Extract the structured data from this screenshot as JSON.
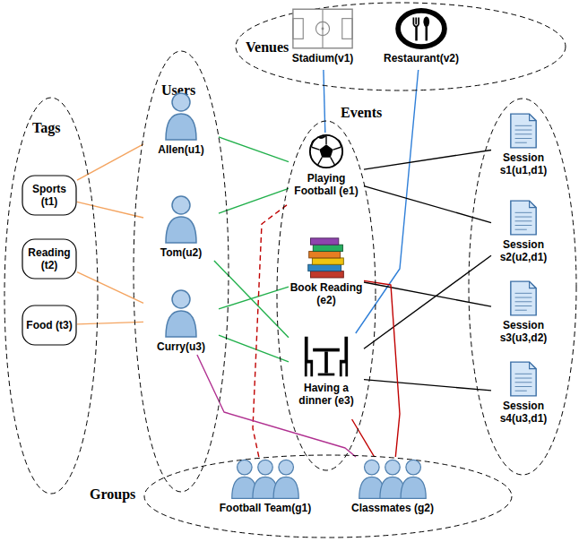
{
  "diagram": {
    "nodes": [
      {
        "text": [
          "Venues"
        ]
      },
      {
        "text": [
          "Stadium(v1)"
        ],
        "in": 0
      },
      {
        "text": [
          "Restaurant(v2)"
        ],
        "in": 0
      },
      {
        "text": [
          "Tags"
        ]
      },
      {
        "text": [
          "Sports (t1)"
        ],
        "in": 3
      },
      {
        "text": [
          "Reading (t2)"
        ],
        "in": 3
      },
      {
        "text": [
          "Food (t3)"
        ],
        "in": 3
      },
      {
        "text": [
          "Users"
        ]
      },
      {
        "text": [
          "Allen(u1)"
        ],
        "in": 7
      },
      {
        "text": [
          "Tom(u2)"
        ],
        "in": 7
      },
      {
        "text": [
          "Curry(u3)"
        ],
        "in": 7
      },
      {
        "text": [
          "Events"
        ]
      },
      {
        "text": [
          "Playing Football (e1)"
        ],
        "in": 11
      },
      {
        "text": [
          "Book Reading (e2)"
        ],
        "in": 11
      },
      {
        "text": [
          "Having a dinner (e3)"
        ],
        "in": 11
      },
      {
        "text": [
          "Session s1(u1,d1)"
        ]
      },
      {
        "text": [
          "Session s2(u2,d1)"
        ]
      },
      {
        "text": [
          "Session s3(u3,d2)"
        ]
      },
      {
        "text": [
          "Session s4(u3,d1)"
        ]
      },
      {
        "text": [
          "Groups"
        ]
      },
      {
        "text": [
          "Football Team(g1)"
        ],
        "in": 19
      },
      {
        "text": [
          "Classmates (g2)"
        ],
        "in": 19
      }
    ],
    "edges": [
      {
        "from": 4,
        "to": 8,
        "arrow": "none"
      },
      {
        "from": 4,
        "to": 9,
        "arrow": "none"
      },
      {
        "from": 5,
        "to": 10,
        "arrow": "none"
      },
      {
        "from": 6,
        "to": 10,
        "arrow": "none"
      },
      {
        "from": 8,
        "to": 12,
        "arrow": "none"
      },
      {
        "from": 9,
        "to": 12,
        "arrow": "none"
      },
      {
        "from": 9,
        "to": 14,
        "arrow": "none"
      },
      {
        "from": 10,
        "to": 13,
        "arrow": "none"
      },
      {
        "from": 10,
        "to": 14,
        "arrow": "none"
      },
      {
        "from": 1,
        "to": 12,
        "arrow": "none"
      },
      {
        "from": 2,
        "to": 14,
        "arrow": "none"
      },
      {
        "from": 12,
        "to": 15,
        "arrow": "none"
      },
      {
        "from": 12,
        "to": 16,
        "arrow": "none"
      },
      {
        "from": 13,
        "to": 17,
        "arrow": "none"
      },
      {
        "from": 14,
        "to": 16,
        "arrow": "none"
      },
      {
        "from": 14,
        "to": 18,
        "arrow": "none"
      },
      {
        "from": 20,
        "to": 12,
        "arrow": "none"
      },
      {
        "from": 21,
        "to": 13,
        "arrow": "none"
      },
      {
        "from": 21,
        "to": 14,
        "arrow": "none"
      },
      {
        "from": 10,
        "to": 21,
        "arrow": "none"
      }
    ]
  }
}
